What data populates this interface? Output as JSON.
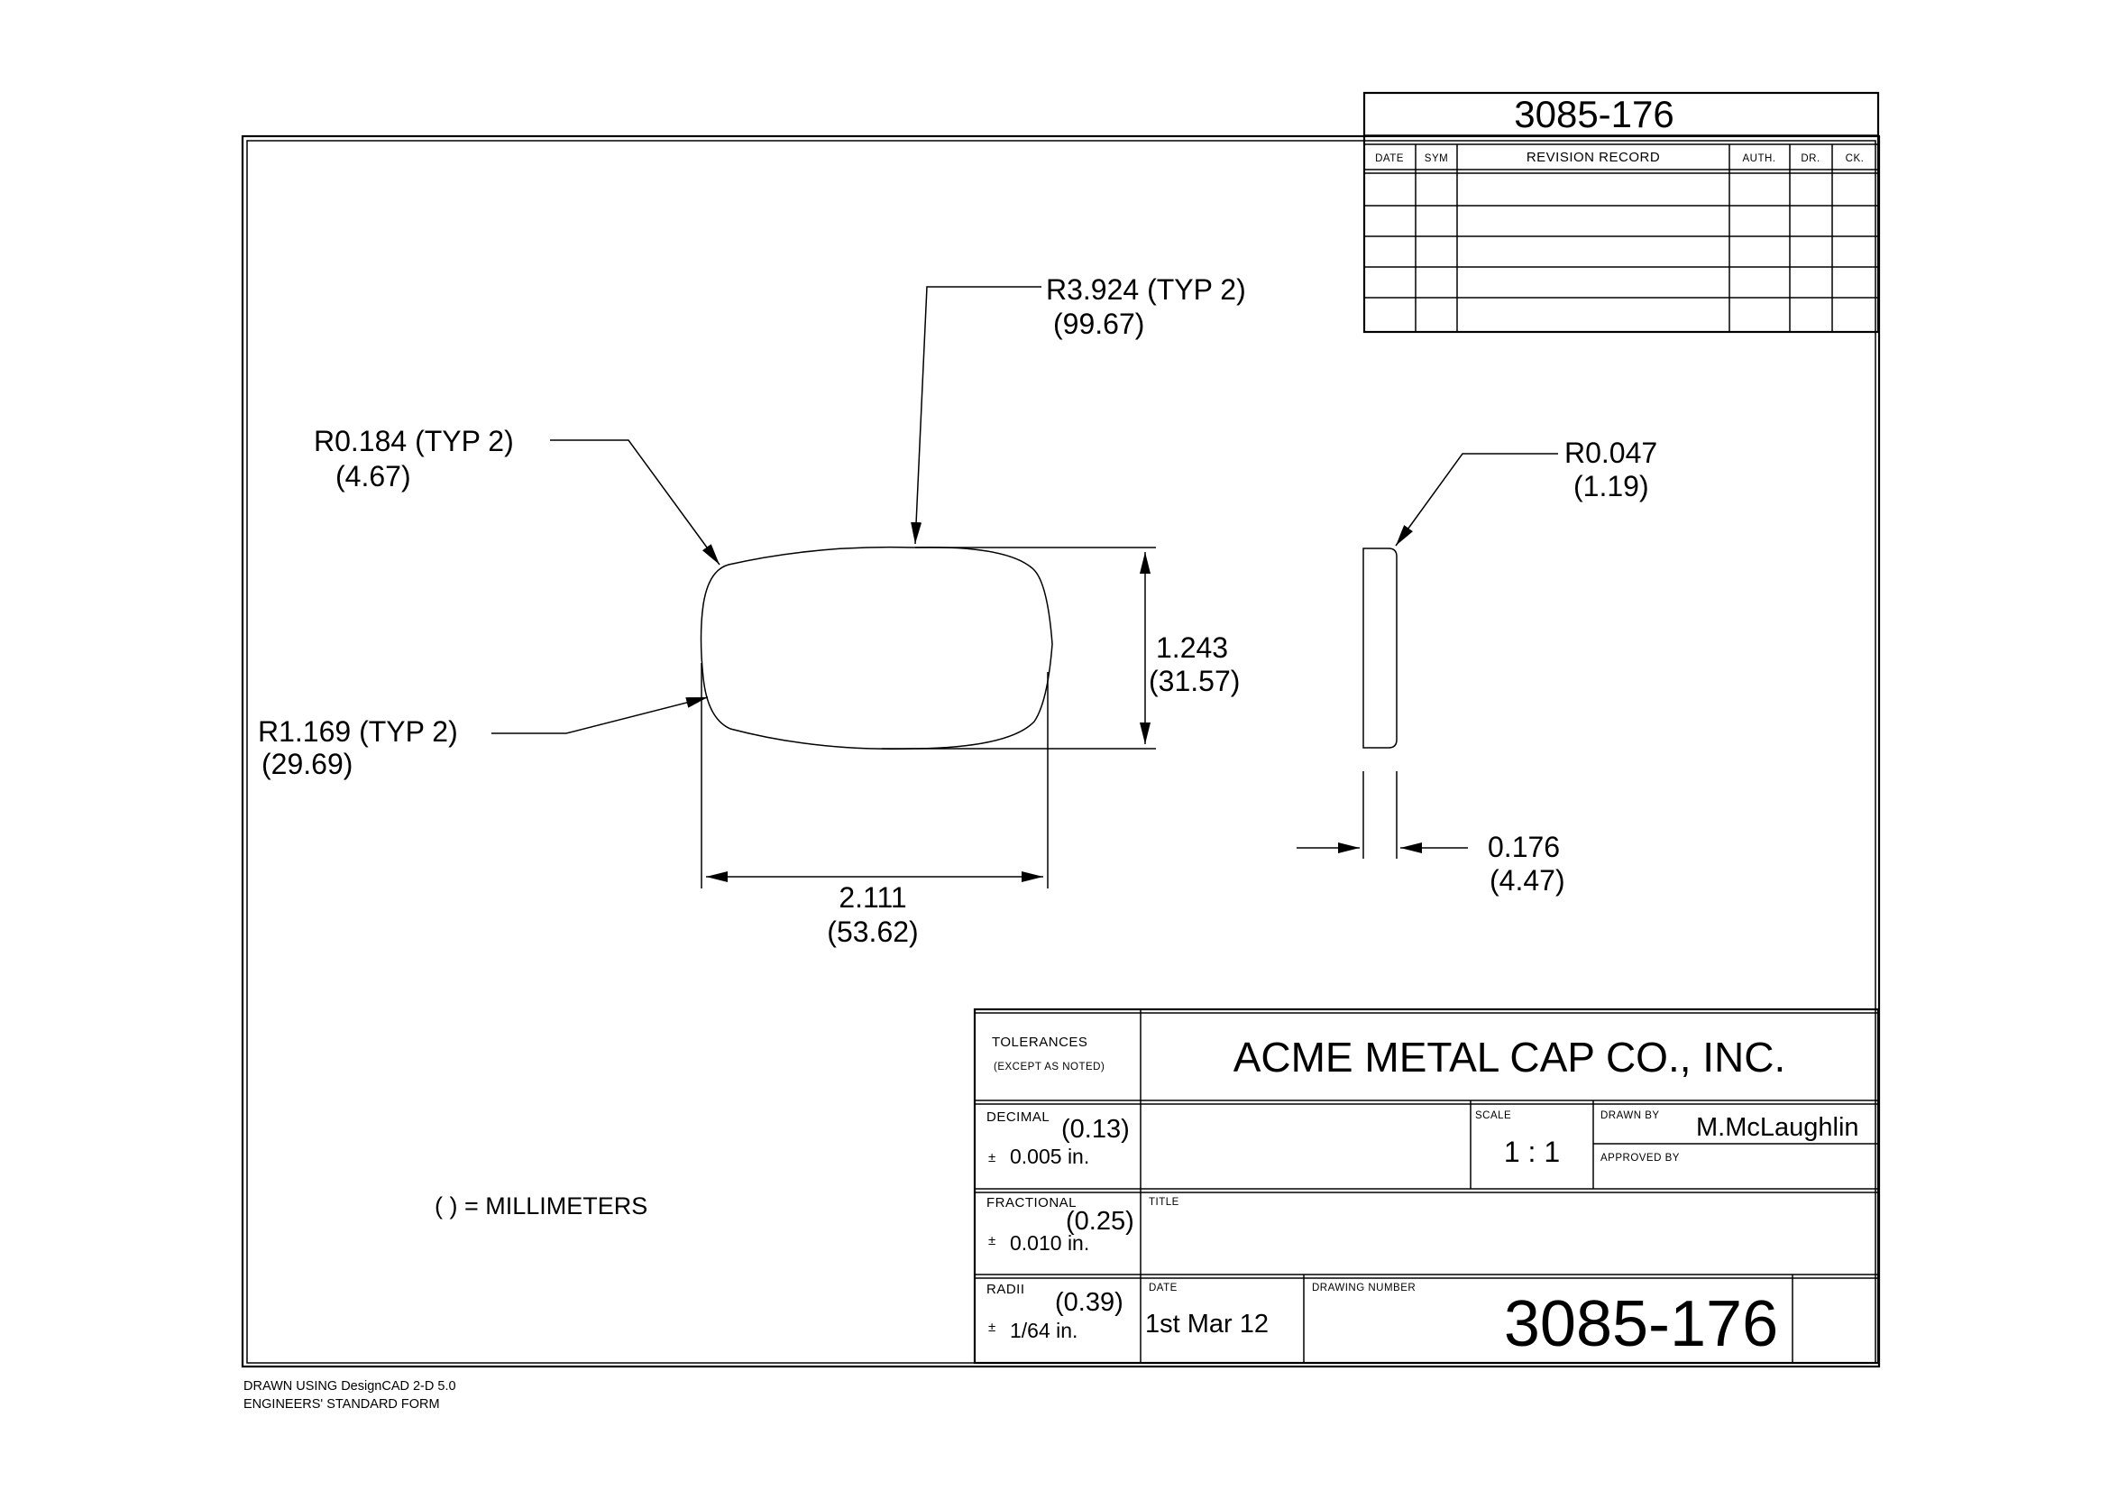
{
  "revision_block": {
    "number": "3085-176",
    "headers": [
      "DATE",
      "SYM",
      "REVISION RECORD",
      "AUTH.",
      "DR.",
      "CK."
    ]
  },
  "dimensions": {
    "outer_radius": {
      "inch": "R3.924 (TYP 2)",
      "mm": "(99.67)"
    },
    "corner_radius": {
      "inch": "R0.184 (TYP 2)",
      "mm": "(4.67)"
    },
    "side_radius": {
      "inch": "R1.169 (TYP 2)",
      "mm": "(29.69)"
    },
    "height": {
      "inch": "1.243",
      "mm": "(31.57)"
    },
    "width": {
      "inch": "2.111",
      "mm": "(53.62)"
    },
    "edge_radius": {
      "inch": "R0.047",
      "mm": "(1.19)"
    },
    "thickness": {
      "inch": "0.176",
      "mm": "(4.47)"
    }
  },
  "units_note": "( ) = MILLIMETERS",
  "title_block": {
    "tolerances_label": "TOLERANCES",
    "except_note": "(EXCEPT AS NOTED)",
    "company": "ACME METAL CAP CO., INC.",
    "decimal_label": "DECIMAL",
    "decimal_mm": "(0.13)",
    "decimal_tol": "0.005 in.",
    "fractional_label": "FRACTIONAL",
    "fractional_mm": "(0.25)",
    "fractional_tol": "0.010 in.",
    "radii_label": "RADII",
    "radii_mm": "(0.39)",
    "radii_tol": "1/64 in.",
    "plus_minus": "±",
    "scale_label": "SCALE",
    "scale": "1 : 1",
    "drawn_by_label": "DRAWN BY",
    "drawn_by": "M.McLaughlin",
    "approved_by_label": "APPROVED BY",
    "title_label": "TITLE",
    "date_label": "DATE",
    "date": "1st Mar 12",
    "drawing_number_label": "DRAWING NUMBER",
    "drawing_number": "3085-176"
  },
  "footer": {
    "line1": "DRAWN USING DesignCAD 2-D 5.0",
    "line2": "ENGINEERS' STANDARD FORM"
  }
}
